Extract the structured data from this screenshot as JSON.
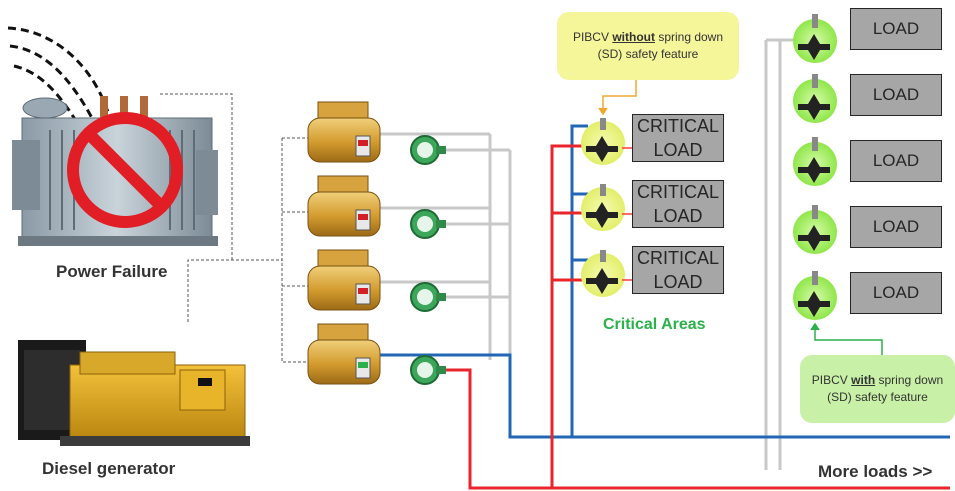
{
  "labels": {
    "power_failure": "Power Failure",
    "diesel_generator": "Diesel generator",
    "critical_areas": "Critical Areas",
    "more_loads": "More loads >>"
  },
  "callout_without": {
    "prefix": "PIBCV ",
    "emph": "without",
    "suffix": " spring down",
    "line2": "(SD) safety feature"
  },
  "callout_with": {
    "prefix": "PIBCV ",
    "emph": "with",
    "suffix": " spring down",
    "line2": "(SD) safety feature"
  },
  "critical_loads": [
    {
      "line1": "CRITICAL",
      "line2": "LOAD"
    },
    {
      "line1": "CRITICAL",
      "line2": "LOAD"
    },
    {
      "line1": "CRITICAL",
      "line2": "LOAD"
    }
  ],
  "loads": [
    {
      "label": "LOAD"
    },
    {
      "label": "LOAD"
    },
    {
      "label": "LOAD"
    },
    {
      "label": "LOAD"
    },
    {
      "label": "LOAD"
    }
  ],
  "colors": {
    "supply_red": "#e8252b",
    "return_blue": "#2167b6",
    "pipe_gray": "#c8c8c8",
    "label_green": "#2bb14a",
    "callout_yellow": "#f5f59a",
    "callout_green": "#c8f0a6",
    "load_gray": "#a6a6a6",
    "chiller_gold": "#d9a63a",
    "valve_halo_yellow": "#e8f27a",
    "valve_halo_green": "#a6ef5a"
  }
}
